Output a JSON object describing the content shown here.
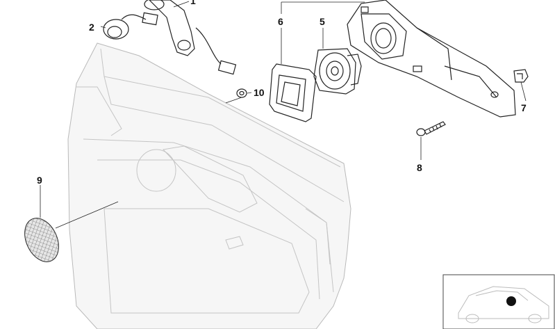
{
  "callouts": {
    "c1": "1",
    "c2": "2",
    "c5": "5",
    "c6": "6",
    "c7": "7",
    "c8": "8",
    "c9": "9",
    "c10": "10"
  },
  "colors": {
    "line": "#222222",
    "panel_fill": "#f6f6f6",
    "panel_line": "#b9b9b9",
    "marker": "#111111"
  }
}
